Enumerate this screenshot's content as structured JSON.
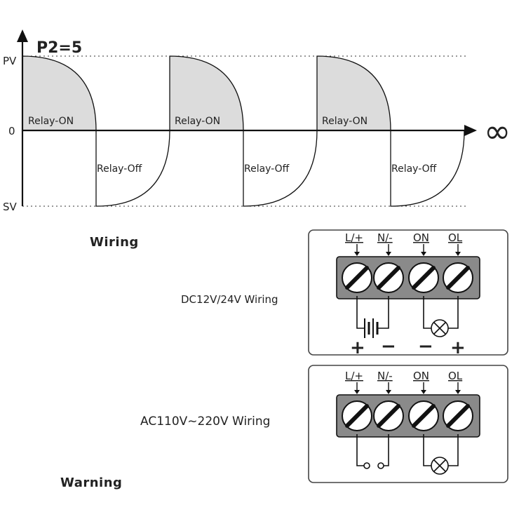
{
  "waveform": {
    "parameter": "P2=5",
    "y_levels": {
      "top": "PV",
      "middle": "0",
      "bottom": "SV"
    },
    "on_label": "Relay-ON",
    "off_label": "Relay-Off",
    "cycles": 3,
    "end_symbol": "∞"
  },
  "sections": {
    "wiring_title": "Wiring",
    "warning_title": "Warning"
  },
  "boxes": [
    {
      "caption": "DC12V/24V  Wiring",
      "terminals": [
        "L/+",
        "N/-",
        "ON",
        "OL"
      ],
      "polarity": [
        "+",
        "−",
        "−",
        "+"
      ]
    },
    {
      "caption": "AC110V~220V Wiring",
      "terminals": [
        "L/+",
        "N/-",
        "ON",
        "OL"
      ],
      "polarity": []
    }
  ],
  "colors": {
    "fill": "#dcdcdc",
    "terminal_block": "#8a8a8a",
    "line": "#111111"
  }
}
